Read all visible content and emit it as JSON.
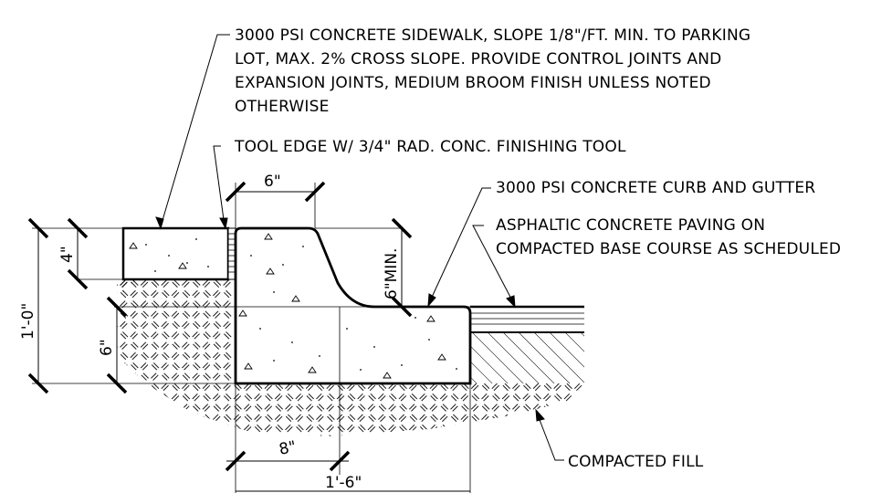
{
  "notes": {
    "sidewalk": [
      "3000 PSI CONCRETE SIDEWALK, SLOPE 1/8\"/FT. MIN. TO PARKING",
      "LOT, MAX. 2% CROSS SLOPE. PROVIDE CONTROL JOINTS AND",
      "EXPANSION JOINTS, MEDIUM BROOM FINISH UNLESS NOTED",
      "OTHERWISE"
    ],
    "tool_edge": "TOOL EDGE W/ 3/4\" RAD. CONC. FINISHING TOOL",
    "curb": "3000 PSI CONCRETE CURB AND GUTTER",
    "paving": [
      "ASPHALTIC CONCRETE PAVING ON",
      "COMPACTED BASE COURSE AS SCHEDULED"
    ],
    "fill": "COMPACTED FILL"
  },
  "dimensions": {
    "curb_top_width": "6\"",
    "sidewalk_thickness": "4\"",
    "overall_height": "1'-0\"",
    "gutter_thickness": "6\"",
    "curb_reveal": "6\"MIN.",
    "curb_base": "8\"",
    "gutter_width": "1'-6\""
  }
}
